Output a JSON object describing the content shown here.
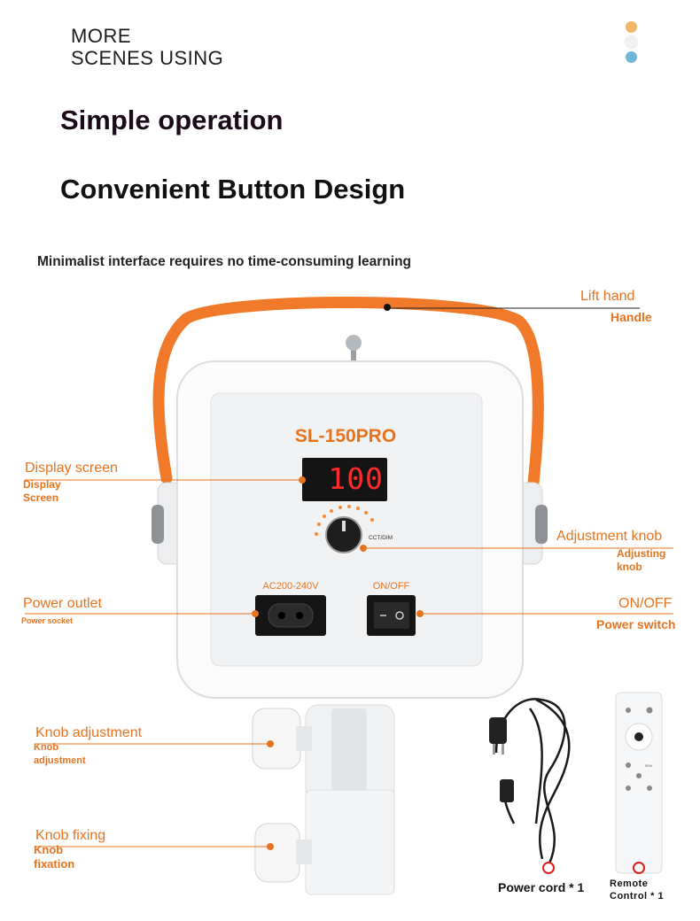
{
  "header": {
    "more_line1": "MORE",
    "more_line2": "SCENES USING",
    "dot_colors": [
      "#f2b766",
      "#f2f2f2",
      "#6fb6d6"
    ]
  },
  "title_primary": "Simple operation",
  "title_secondary": "Convenient Button Design",
  "subtitle": "Minimalist interface requires no time-consuming learning",
  "product": {
    "model": "SL-150PRO",
    "display_value": "100",
    "knob_label": "CCT/DIM",
    "outlet_label": "AC200-240V",
    "switch_label": "ON/OFF"
  },
  "callouts": {
    "handle": {
      "title": "Lift hand",
      "sub": "Handle"
    },
    "display": {
      "title": "Display screen",
      "sub_line1": "Display",
      "sub_line2": "Screen"
    },
    "adjust": {
      "title": "Adjustment knob",
      "sub_line1": "Adjusting",
      "sub_line2": "knob"
    },
    "outlet": {
      "title": "Power outlet",
      "sub": "Power socket"
    },
    "switch": {
      "title": "ON/OFF",
      "sub": "Power switch"
    },
    "knob_adj": {
      "title": "Knob adjustment",
      "sub_line1": "Knob",
      "sub_line2": "adjustment"
    },
    "knob_fix": {
      "title": "Knob fixing",
      "sub_line1": "Knob",
      "sub_line2": "fixation"
    }
  },
  "accessories": {
    "cord": "Power cord * 1",
    "remote_line1": "Remote",
    "remote_line2": "Control * 1",
    "remote_preset": "50%"
  },
  "colors": {
    "accent": "#e8731f",
    "handle": "#f07a2a",
    "led": "#ff2a2a"
  }
}
